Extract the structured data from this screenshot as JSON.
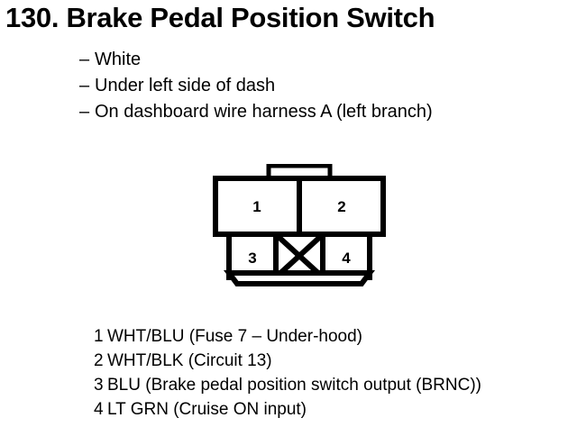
{
  "page": {
    "title": "130. Brake Pedal Position Switch",
    "number": "130."
  },
  "description": {
    "dash": "–",
    "items": [
      {
        "dash": "–",
        "text": "White"
      },
      {
        "dash": "–",
        "text": "Under left side of dash"
      },
      {
        "dash": "–",
        "text": "On dashboard wire harness A (left branch)"
      }
    ]
  },
  "connector": {
    "name": "connector-pinout",
    "cells": [
      {
        "label": "1",
        "row": "upper",
        "blocked": false
      },
      {
        "label": "2",
        "row": "upper",
        "blocked": false
      },
      {
        "label": "3",
        "row": "lower",
        "blocked": false
      },
      {
        "label": "",
        "row": "lower",
        "blocked": true
      },
      {
        "label": "4",
        "row": "lower",
        "blocked": false
      }
    ],
    "stroke_color": "#000000",
    "fill_color": "#ffffff"
  },
  "pin_legend": [
    {
      "pin": "1",
      "text": "WHT/BLU (Fuse 7 – Under-hood)"
    },
    {
      "pin": "2",
      "text": "WHT/BLK (Circuit 13)"
    },
    {
      "pin": "3",
      "text": "BLU (Brake pedal position switch output (BRNC))"
    },
    {
      "pin": "4",
      "text": "LT GRN (Cruise ON input)"
    }
  ]
}
